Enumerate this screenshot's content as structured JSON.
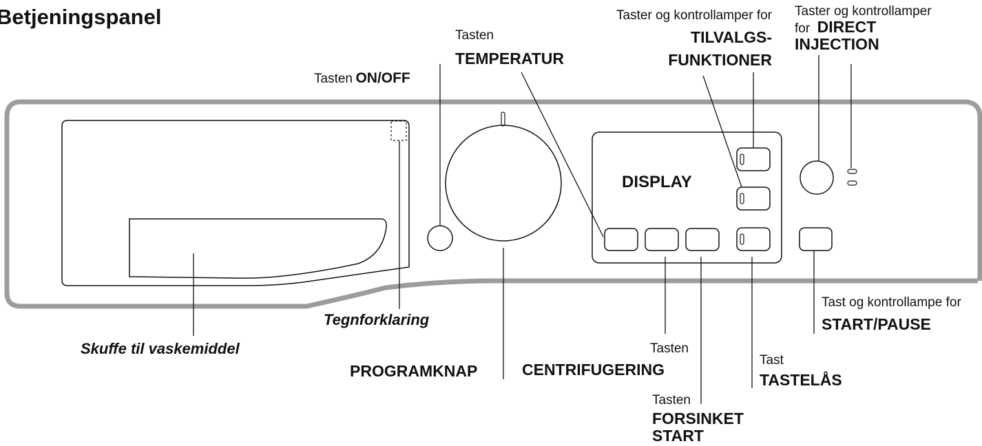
{
  "title": "Betjeningspanel",
  "display_label": "DISPLAY",
  "labels": {
    "on_off_prefix": "Tasten",
    "on_off_name": "ON/OFF",
    "temperatur_prefix": "Tasten",
    "temperatur_name": "TEMPERATUR",
    "tilvalg_prefix": "Taster og kontrollamper for",
    "tilvalg_name_1": "TILVALGS-",
    "tilvalg_name_2": "FUNKTIONER",
    "direct_prefix_1": "Taster og kontrollamper",
    "direct_prefix_2": "for",
    "direct_name_1": "DIRECT",
    "direct_name_2": "INJECTION",
    "start_pause_prefix": "Tast og kontrollampe for",
    "start_pause_name": "START/PAUSE",
    "tegnforklaring": "Tegnforklaring",
    "skuffe": "Skuffe til vaskemiddel",
    "programknap": "PROGRAMKNAP",
    "centrifugering_prefix": "Tasten",
    "centrifugering_name": "CENTRIFUGERING",
    "tastelaas_prefix": "Tast",
    "tastelaas_name": "TASTELÅS",
    "forsinket_prefix": "Tasten",
    "forsinket_name_1": "FORSINKET",
    "forsinket_name_2": "START"
  }
}
